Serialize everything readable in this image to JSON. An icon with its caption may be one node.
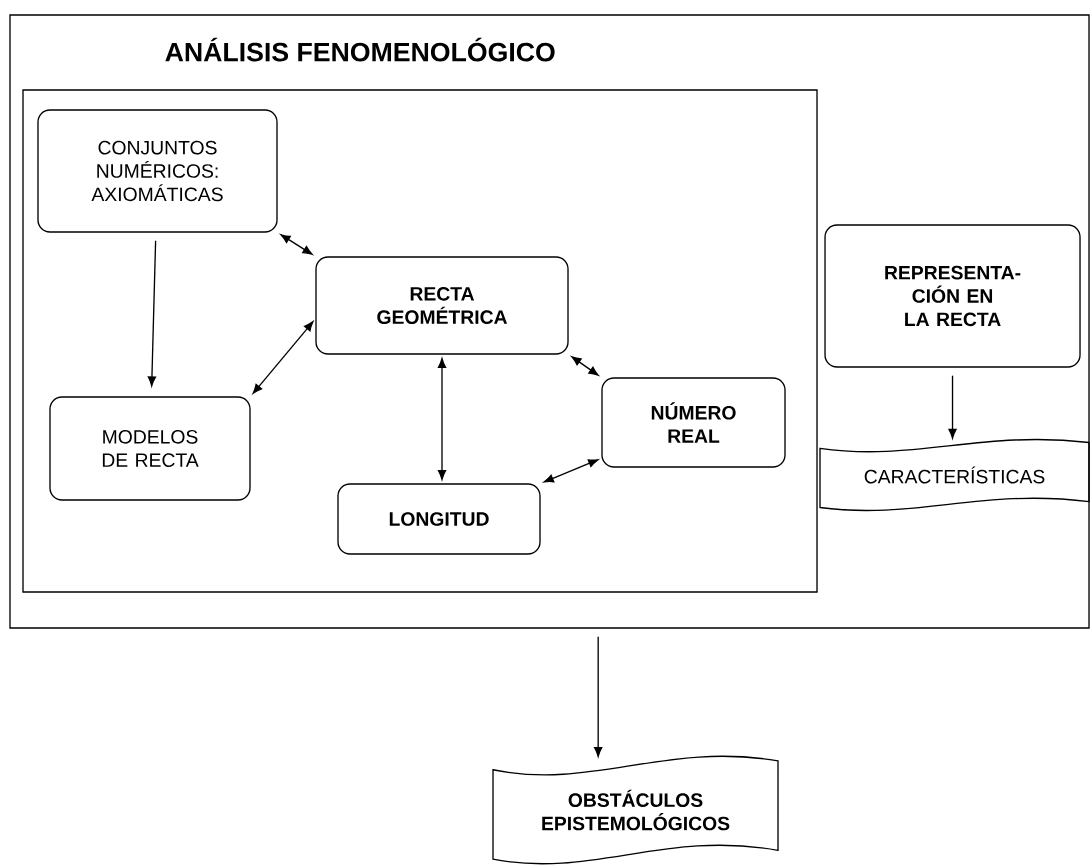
{
  "diagram": {
    "nodes": [
      {
        "text": [
          "ANÁLISIS FENOMENOLÓGICO"
        ]
      },
      {
        "text": [],
        "shape": "box",
        "in": 0
      },
      {
        "text": [
          "CONJUNTOS NUMÉRICOS: AXIOMÁTICAS"
        ],
        "in": 1
      },
      {
        "text": [
          "RECTA GEOMÉTRICA"
        ],
        "in": 1
      },
      {
        "text": [
          "MODELOS DE RECTA"
        ],
        "in": 1
      },
      {
        "text": [
          "NÚMERO REAL"
        ],
        "in": 1
      },
      {
        "text": [
          "LONGITUD"
        ],
        "in": 1
      },
      {
        "text": [
          "REPRESENTA-CIÓN EN LA RECTA"
        ],
        "in": 0
      },
      {
        "text": [
          "CARACTERÍSTICAS"
        ],
        "in": 0
      },
      {
        "text": [
          "OBSTÁCULOS EPISTEMOLÓGICOS"
        ]
      }
    ],
    "edges": [
      {
        "from": 2,
        "to": 4,
        "arrow": "to"
      },
      {
        "from": 2,
        "to": 3,
        "arrow": "both"
      },
      {
        "from": 3,
        "to": 4,
        "arrow": "both"
      },
      {
        "from": 3,
        "to": 6,
        "arrow": "both"
      },
      {
        "from": 3,
        "to": 5,
        "arrow": "both"
      },
      {
        "from": 6,
        "to": 5,
        "arrow": "both"
      },
      {
        "from": 7,
        "to": 8,
        "arrow": "to"
      },
      {
        "from": 0,
        "to": 9,
        "arrow": "to"
      }
    ]
  }
}
